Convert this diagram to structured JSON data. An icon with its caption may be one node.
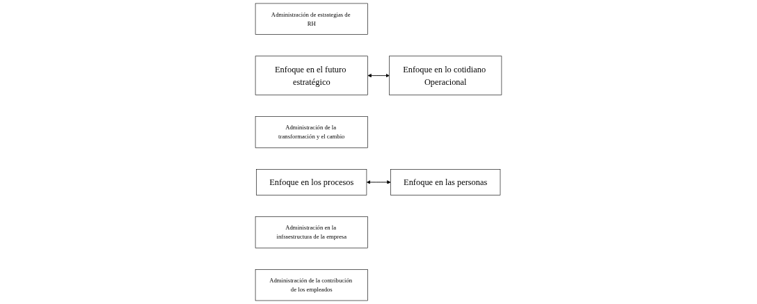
{
  "diagram": {
    "nodes": [
      {
        "text": [
          "Administración de estrategias de RH"
        ]
      },
      {
        "text": [
          "Enfoque en el futuro estratégico"
        ]
      },
      {
        "text": [
          "Administración de la transformación y el cambio"
        ]
      },
      {
        "text": [
          "Enfoque en los procesos"
        ]
      },
      {
        "text": [
          "Enfoque en las personas"
        ]
      },
      {
        "text": [
          "Administración en la infraestructura de la empresa"
        ]
      },
      {
        "text": [
          "Administración de la contribución de los empleados"
        ]
      },
      {
        "text": [
          "Enfoque en lo cotidiano Operacional"
        ]
      }
    ],
    "edges": [
      {
        "from": 1,
        "to": 7,
        "arrow": "both"
      },
      {
        "from": 3,
        "to": 4,
        "arrow": "both"
      }
    ]
  }
}
